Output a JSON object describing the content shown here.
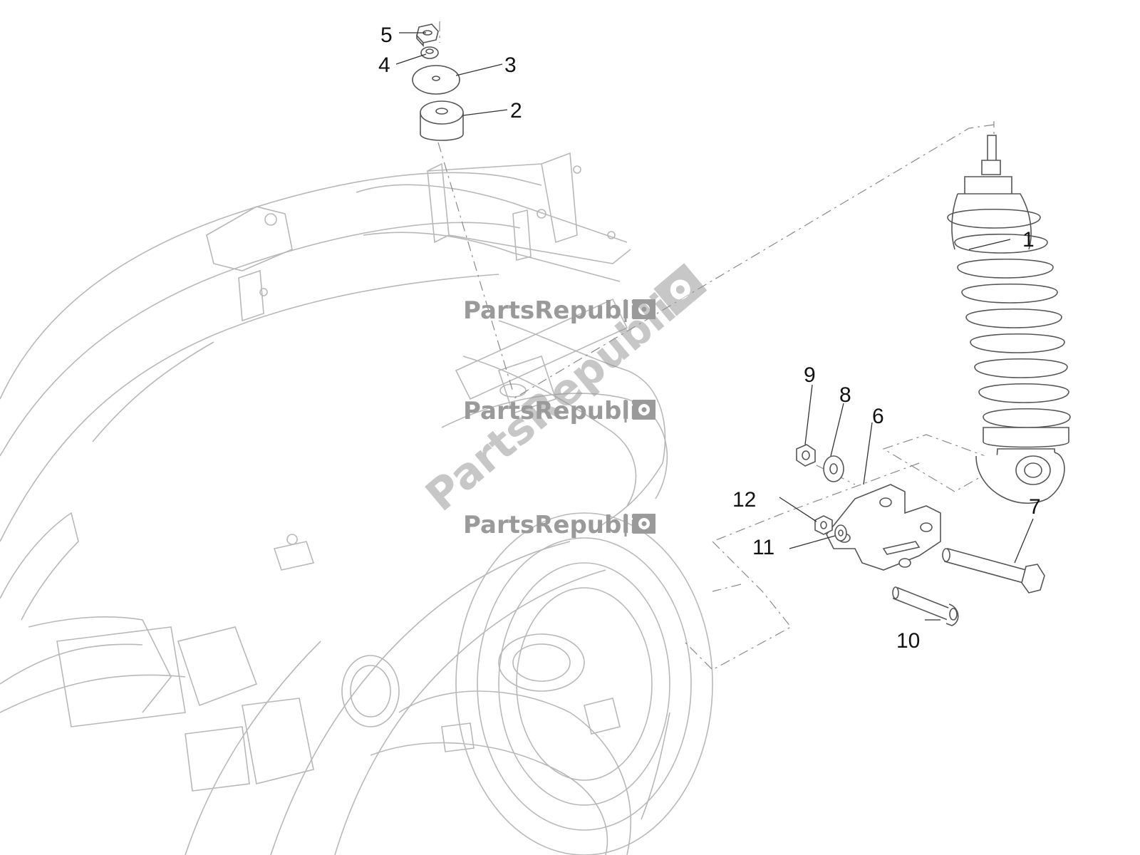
{
  "watermark": {
    "brand": "PartsRepublik",
    "icon": "gear-flag-icon"
  },
  "callouts": [
    "1",
    "2",
    "3",
    "4",
    "5",
    "6",
    "7",
    "8",
    "9",
    "10",
    "11",
    "12"
  ],
  "colors": {
    "line": "#7a7a7a",
    "faint": "#b8b8b8",
    "watermark": "#9a9a9a",
    "text": "#111111"
  }
}
